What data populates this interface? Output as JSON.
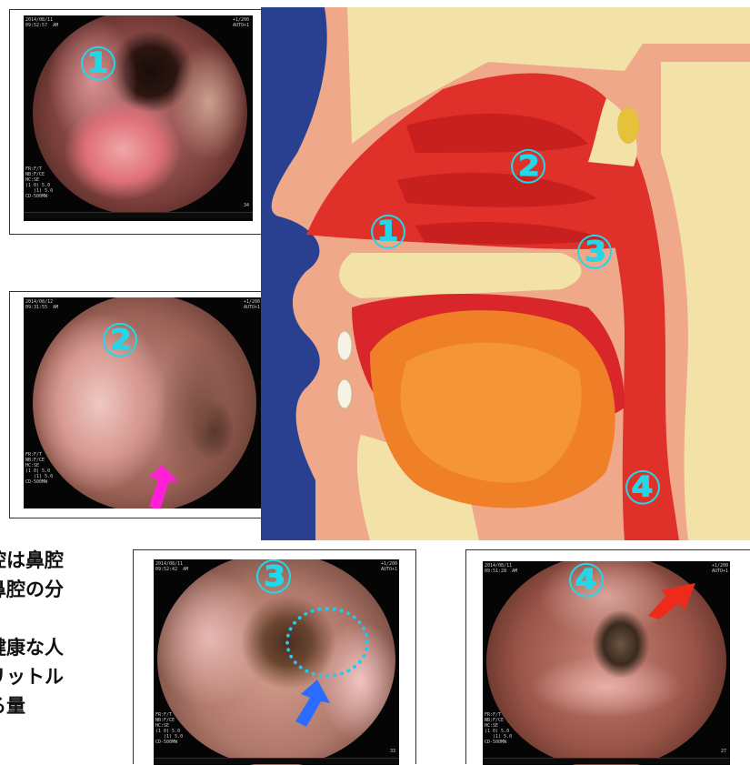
{
  "markers": {
    "n1": "①",
    "n2": "②",
    "n3": "③",
    "n4": "④"
  },
  "photo1": {
    "date": "2014/08/11",
    "time": "09:52:57  AM",
    "right": "+1/200\nAUTO+1",
    "left": "FR:F/T\nNB:F/CE\nHC:SE\n(1 0) 5.0\n   (1) 5.0\nCD-500MW",
    "frame_no": "34"
  },
  "photo2": {
    "date": "2014/08/12",
    "time": "09:31:55  AM",
    "right": "+1/200\nAUTO+1",
    "left": "FR:F/T\nNB:F/CE\nHC:SE\n(1 0) 5.0\n   (1) 5.0\nCD-500MW",
    "frame_no": ""
  },
  "photo3": {
    "date": "2014/08/11",
    "time": "09:52:42  AM",
    "right": "+1/200\nAUTO+1",
    "left": "FR:F/T\nNB:F/CE\nHC:SE\n(1 0) 5.0\n   (1) 5.0\nCD-500MW",
    "frame_no": "33"
  },
  "photo4": {
    "date": "2014/08/11",
    "time": "09:51:28  AM",
    "right": "+1/200\nAUTO+1",
    "left": "FR:F/T\nNB:F/CE\nHC:SE\n(1 0) 5.0\n   (1) 5.0\nCD-500MW",
    "frame_no": "27"
  },
  "text_lines": [
    "腔は鼻腔",
    "鼻腔の分",
    "",
    "健康な人",
    "リットル",
    "る量"
  ],
  "colors": {
    "marker": "#22d8e8",
    "pink_arrow": "#ff1fd6",
    "blue_arrow": "#2a6cff",
    "red_arrow": "#ee2a1a",
    "diagram_bg": "#2a3f8f",
    "airway_red": "#e0302a",
    "bone_cream": "#f2e2a8"
  }
}
